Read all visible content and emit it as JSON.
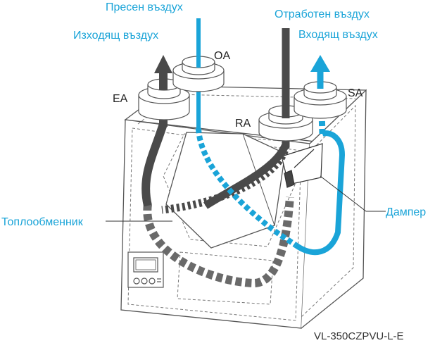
{
  "labels": {
    "fresh_air": "Пресен въздух",
    "exhaust_air": "Изходящ въздух",
    "return_air": "Отработен въздух",
    "supply_air": "Входящ въздух",
    "oa": "OA",
    "ea": "EA",
    "ra": "RA",
    "sa": "SA",
    "heat_exchanger": "Топлообменник",
    "damper": "Дампер",
    "model": "VL-350CZPVU-L-E"
  },
  "colors": {
    "fresh_flow": "#1aa4d8",
    "exhaust_flow": "#4a4a4a",
    "label_blue": "#1aa4d8",
    "label_dark": "#222222",
    "outline": "#555555"
  },
  "icons": {
    "fresh_arrow": "arrow-up-icon",
    "exhaust_arrow": "arrow-up-icon",
    "control_panel": "control-panel-icon"
  }
}
